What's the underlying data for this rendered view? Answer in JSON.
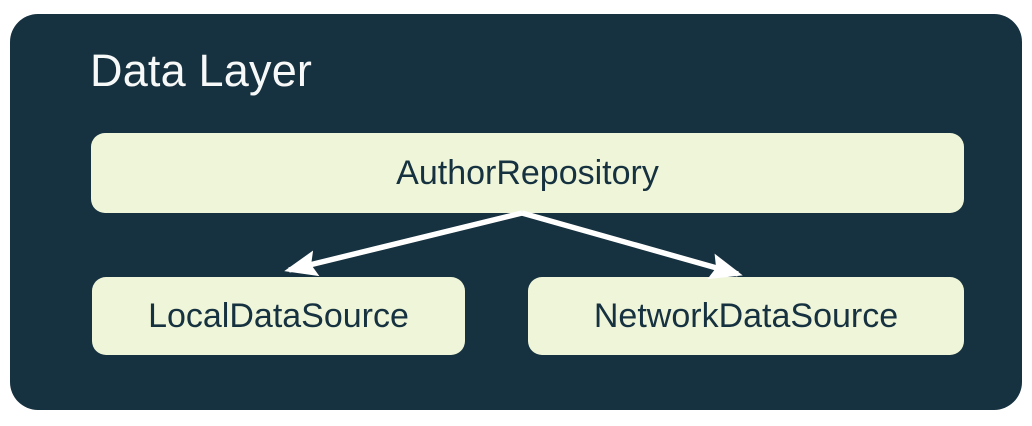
{
  "diagram": {
    "title": "Data Layer",
    "nodes": [
      {
        "id": "repository",
        "label": "AuthorRepository"
      },
      {
        "id": "local",
        "label": "LocalDataSource"
      },
      {
        "id": "network",
        "label": "NetworkDataSource"
      }
    ],
    "edges": [
      {
        "from": "AuthorRepository",
        "to": "LocalDataSource"
      },
      {
        "from": "AuthorRepository",
        "to": "NetworkDataSource"
      }
    ],
    "colors": {
      "page_bg": "#FFFFFF",
      "container_bg": "#16313F",
      "node_bg": "#EFF5D8",
      "node_text": "#16313F",
      "title_text": "#F7F9F8",
      "arrow": "#FFFFFF"
    }
  }
}
